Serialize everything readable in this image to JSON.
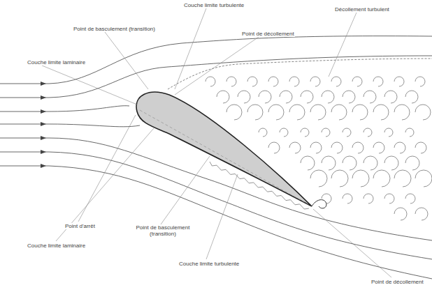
{
  "diagram": {
    "labels": [
      "Couche limite turbulente",
      "Décollement turbulent",
      "Point de basculement (transition)",
      "Point de décollement",
      "Couche limite laminaire",
      "Point d'arrêt",
      "Couche limite laminaire",
      "Point de basculement (transition)",
      "Couche limite turbulente",
      "Point de décollement"
    ]
  }
}
